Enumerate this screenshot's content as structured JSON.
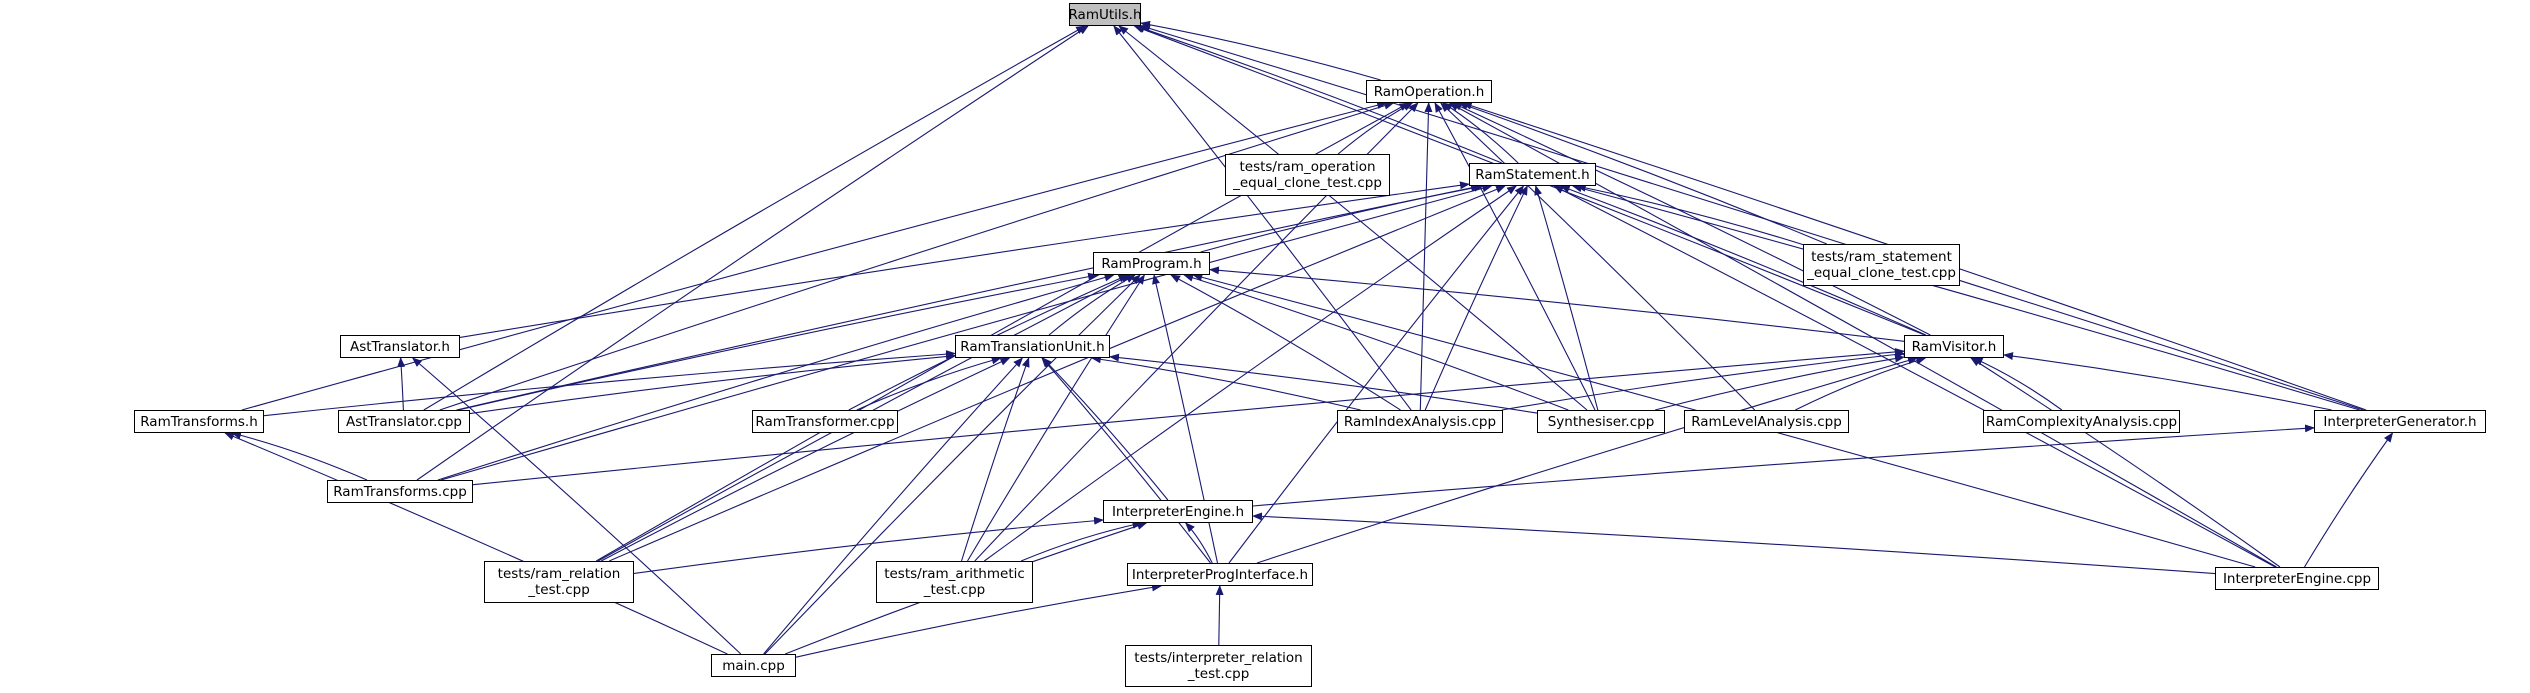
{
  "nodes": [
    {
      "id": "ramutils",
      "label": "RamUtils.h",
      "root": true
    },
    {
      "id": "ramoperation",
      "label": "RamOperation.h"
    },
    {
      "id": "op_clone_test",
      "label": "tests/ram_operation\n_equal_clone_test.cpp"
    },
    {
      "id": "ramstatement",
      "label": "RamStatement.h"
    },
    {
      "id": "stmt_clone_test",
      "label": "tests/ram_statement\n_equal_clone_test.cpp"
    },
    {
      "id": "ramprogram",
      "label": "RamProgram.h"
    },
    {
      "id": "asttranslator_h",
      "label": "AstTranslator.h"
    },
    {
      "id": "ramtranslationunit",
      "label": "RamTranslationUnit.h"
    },
    {
      "id": "ramvisitor",
      "label": "RamVisitor.h"
    },
    {
      "id": "ramtransforms_h",
      "label": "RamTransforms.h"
    },
    {
      "id": "asttranslator_cpp",
      "label": "AstTranslator.cpp"
    },
    {
      "id": "ramtransformer",
      "label": "RamTransformer.cpp"
    },
    {
      "id": "ramindexanalysis",
      "label": "RamIndexAnalysis.cpp"
    },
    {
      "id": "synthesiser",
      "label": "Synthesiser.cpp"
    },
    {
      "id": "ramlevelanalysis",
      "label": "RamLevelAnalysis.cpp"
    },
    {
      "id": "ramcomplexity",
      "label": "RamComplexityAnalysis.cpp"
    },
    {
      "id": "interpretergenerator",
      "label": "InterpreterGenerator.h"
    },
    {
      "id": "ramtransforms_cpp",
      "label": "RamTransforms.cpp"
    },
    {
      "id": "interpreterengine_h",
      "label": "InterpreterEngine.h"
    },
    {
      "id": "relation_test",
      "label": "tests/ram_relation\n_test.cpp"
    },
    {
      "id": "arithmetic_test",
      "label": "tests/ram_arithmetic\n_test.cpp"
    },
    {
      "id": "progif",
      "label": "InterpreterProgInterface.h"
    },
    {
      "id": "interpreterengine_cpp",
      "label": "InterpreterEngine.cpp"
    },
    {
      "id": "maincpp",
      "label": "main.cpp"
    },
    {
      "id": "interp_rel_test",
      "label": "tests/interpreter_relation\n_test.cpp"
    }
  ],
  "edges": [
    [
      "ramoperation",
      "ramutils"
    ],
    [
      "ramstatement",
      "ramutils"
    ],
    [
      "ramvisitor",
      "ramutils"
    ],
    [
      "interpretergenerator",
      "ramutils"
    ],
    [
      "synthesiser",
      "ramutils"
    ],
    [
      "ramindexanalysis",
      "ramutils"
    ],
    [
      "asttranslator_cpp",
      "ramutils"
    ],
    [
      "ramtransforms_cpp",
      "ramutils"
    ],
    [
      "op_clone_test",
      "ramoperation"
    ],
    [
      "ramstatement",
      "ramoperation"
    ],
    [
      "stmt_clone_test",
      "ramoperation"
    ],
    [
      "ramindexanalysis",
      "ramoperation"
    ],
    [
      "ramlevelanalysis",
      "ramoperation"
    ],
    [
      "synthesiser",
      "ramoperation"
    ],
    [
      "ramvisitor",
      "ramoperation"
    ],
    [
      "interpretergenerator",
      "ramoperation"
    ],
    [
      "interpreterengine_cpp",
      "ramoperation"
    ],
    [
      "asttranslator_cpp",
      "ramoperation"
    ],
    [
      "ramtransforms_h",
      "ramoperation"
    ],
    [
      "relation_test",
      "ramoperation"
    ],
    [
      "arithmetic_test",
      "ramoperation"
    ],
    [
      "stmt_clone_test",
      "ramstatement"
    ],
    [
      "ramprogram",
      "ramstatement"
    ],
    [
      "asttranslator_h",
      "ramstatement"
    ],
    [
      "asttranslator_cpp",
      "ramstatement"
    ],
    [
      "ramtransforms_cpp",
      "ramstatement"
    ],
    [
      "relation_test",
      "ramstatement"
    ],
    [
      "arithmetic_test",
      "ramstatement"
    ],
    [
      "ramindexanalysis",
      "ramstatement"
    ],
    [
      "synthesiser",
      "ramstatement"
    ],
    [
      "ramvisitor",
      "ramstatement"
    ],
    [
      "interpretergenerator",
      "ramstatement"
    ],
    [
      "interpreterengine_cpp",
      "ramstatement"
    ],
    [
      "progif",
      "ramstatement"
    ],
    [
      "ramtranslationunit",
      "ramprogram"
    ],
    [
      "asttranslator_cpp",
      "ramprogram"
    ],
    [
      "ramtransforms_cpp",
      "ramprogram"
    ],
    [
      "ramtransformer",
      "ramprogram"
    ],
    [
      "ramindexanalysis",
      "ramprogram"
    ],
    [
      "synthesiser",
      "ramprogram"
    ],
    [
      "ramvisitor",
      "ramprogram"
    ],
    [
      "relation_test",
      "ramprogram"
    ],
    [
      "arithmetic_test",
      "ramprogram"
    ],
    [
      "maincpp",
      "ramprogram"
    ],
    [
      "progif",
      "ramprogram"
    ],
    [
      "interpreterengine_cpp",
      "ramprogram"
    ],
    [
      "asttranslator_cpp",
      "asttranslator_h"
    ],
    [
      "maincpp",
      "asttranslator_h"
    ],
    [
      "ramtransforms_h",
      "ramtranslationunit"
    ],
    [
      "asttranslator_cpp",
      "ramtranslationunit"
    ],
    [
      "ramtransformer",
      "ramtranslationunit"
    ],
    [
      "ramindexanalysis",
      "ramtranslationunit"
    ],
    [
      "synthesiser",
      "ramtranslationunit"
    ],
    [
      "interpreterengine_h",
      "ramtranslationunit"
    ],
    [
      "progif",
      "ramtranslationunit"
    ],
    [
      "relation_test",
      "ramtranslationunit"
    ],
    [
      "arithmetic_test",
      "ramtranslationunit"
    ],
    [
      "maincpp",
      "ramtranslationunit"
    ],
    [
      "ramindexanalysis",
      "ramvisitor"
    ],
    [
      "synthesiser",
      "ramvisitor"
    ],
    [
      "ramlevelanalysis",
      "ramvisitor"
    ],
    [
      "ramcomplexity",
      "ramvisitor"
    ],
    [
      "interpretergenerator",
      "ramvisitor"
    ],
    [
      "ramtransforms_cpp",
      "ramvisitor"
    ],
    [
      "progif",
      "ramvisitor"
    ],
    [
      "interpreterengine_cpp",
      "ramvisitor"
    ],
    [
      "ramtransforms_cpp",
      "ramtransforms_h"
    ],
    [
      "maincpp",
      "ramtransforms_h"
    ],
    [
      "interpreterengine_h",
      "interpretergenerator"
    ],
    [
      "interpreterengine_cpp",
      "interpretergenerator"
    ],
    [
      "relation_test",
      "interpreterengine_h"
    ],
    [
      "arithmetic_test",
      "interpreterengine_h"
    ],
    [
      "progif",
      "interpreterengine_h"
    ],
    [
      "interpreterengine_cpp",
      "interpreterengine_h"
    ],
    [
      "maincpp",
      "interpreterengine_h"
    ],
    [
      "maincpp",
      "progif"
    ],
    [
      "interp_rel_test",
      "progif"
    ]
  ]
}
